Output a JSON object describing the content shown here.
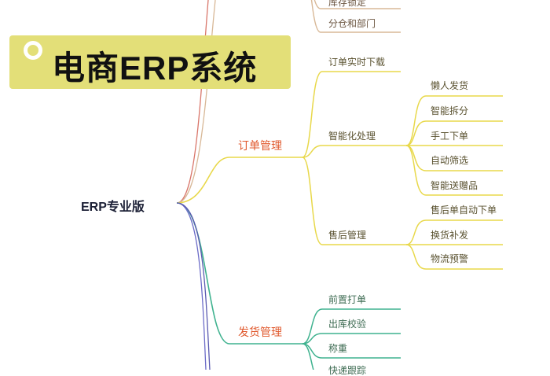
{
  "banner": {
    "title": "电商ERP系统",
    "color": "#e3df78"
  },
  "root": {
    "label": "ERP专业版"
  },
  "top_items": [
    "库存锁定",
    "分仓和部门"
  ],
  "branches": {
    "order": {
      "label": "订单管理",
      "children": {
        "realtime": "订单实时下载",
        "smart": {
          "label": "智能化处理",
          "children": [
            "懒人发货",
            "智能拆分",
            "手工下单",
            "自动筛选",
            "智能送赠品"
          ]
        },
        "aftersale": {
          "label": "售后管理",
          "children": [
            "售后单自动下单",
            "换货补发",
            "物流预警"
          ]
        }
      }
    },
    "shipping": {
      "label": "发货管理",
      "children": [
        "前置打单",
        "出库校验",
        "称重",
        "快递跟踪"
      ]
    }
  },
  "colors": {
    "order_lines": "#e8d84a",
    "shipping_lines": "#3fb28f",
    "top_lines": "#d8b897",
    "red_line": "#d9766a",
    "blue_line": "#6c6cc8",
    "branch_text": "#e0582c"
  }
}
